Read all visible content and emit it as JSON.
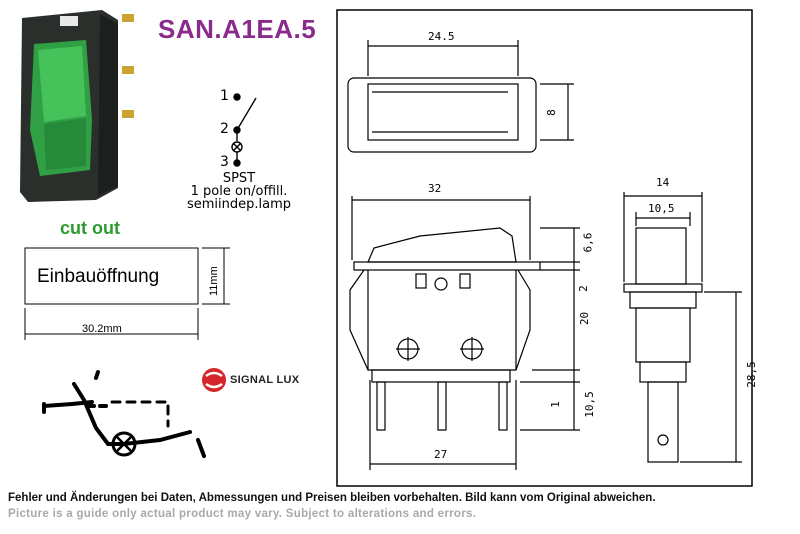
{
  "header": {
    "title": "SAN.A1EA.5"
  },
  "cutout": {
    "heading": "cut out",
    "label": "Einbauöffnung",
    "height": "11mm",
    "width": "30.2mm"
  },
  "schematic": {
    "pins": [
      "1",
      "2",
      "3"
    ],
    "type": "SPST",
    "desc1": "1 pole on/offill.",
    "desc2": "semiindep.lamp"
  },
  "brand": {
    "name": "SIGNAL LUX"
  },
  "drawing": {
    "top_width": "24.5",
    "top_height": "8",
    "side_width": "32",
    "side_bottom": "27",
    "dim_6_6": "6,6",
    "dim_2": "2",
    "dim_20": "20",
    "dim_1": "1",
    "dim_10_5": "10,5",
    "end_width": "14",
    "end_inner": "10,5",
    "end_height": "28,5"
  },
  "footer": {
    "line1": "Fehler und Änderungen bei Daten, Abmessungen und Preisen bleiben vorbehalten. Bild kann vom Original abweichen.",
    "line2": "Picture is a guide only actual product may vary. Subject to alterations and errors."
  },
  "colors": {
    "title": "#8a2b8c",
    "cutout_heading": "#2d9a2d",
    "switch_green": "#35b24a",
    "brand_red": "#d6262b"
  }
}
